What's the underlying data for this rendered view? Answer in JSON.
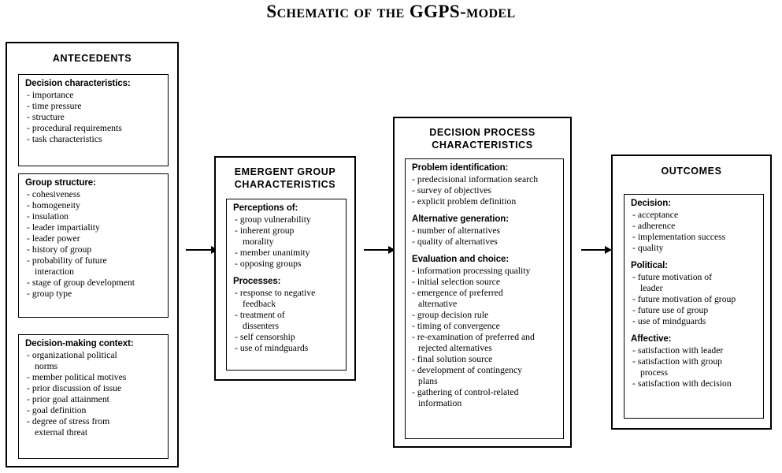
{
  "title": "Schematic of the GGPS-model",
  "colors": {
    "ink": "#000000",
    "paper": "#ffffff"
  },
  "stages": {
    "antecedents": {
      "title": "ANTECEDENTS",
      "panels": {
        "decision_characteristics": {
          "heading": "Decision characteristics:",
          "items": [
            "importance",
            "time pressure",
            "structure",
            "procedural requirements",
            "task characteristics"
          ]
        },
        "group_structure": {
          "heading": "Group structure:",
          "items": [
            "cohesiveness",
            "homogeneity",
            "insulation",
            "leader impartiality",
            "leader power",
            "history of group",
            "probability of future\n   interaction",
            "stage of group development",
            "group type"
          ]
        },
        "decision_making_context": {
          "heading": "Decision-making context:",
          "items": [
            "organizational political\n   norms",
            "member political motives",
            "prior discussion of issue",
            "prior goal attainment",
            "goal definition",
            "degree of stress from\n   external threat"
          ]
        }
      }
    },
    "emergent_group": {
      "title": "EMERGENT GROUP\nCHARACTERISTICS",
      "panels": {
        "main": {
          "heading_perceptions": "Perceptions of:",
          "perceptions": [
            "group vulnerability",
            "inherent group\n   morality",
            "member unanimity",
            "opposing groups"
          ],
          "heading_processes": "Processes:",
          "processes": [
            "response to negative\n   feedback",
            "treatment of\n   dissenters",
            "self censorship",
            "use of mindguards"
          ]
        }
      }
    },
    "decision_process": {
      "title": "DECISION PROCESS\nCHARACTERISTICS",
      "panels": {
        "main": {
          "heading_problem": "Problem identification:",
          "problem_identification": [
            "predecisional information search",
            "survey of objectives",
            "explicit problem definition"
          ],
          "heading_alternative": "Alternative generation:",
          "alternative_generation": [
            "number of alternatives",
            "quality of alternatives"
          ],
          "heading_evaluation": "Evaluation and choice:",
          "evaluation_and_choice": [
            "information processing quality",
            "initial selection source",
            "emergence of preferred\n   alternative",
            "group decision rule",
            "timing of convergence",
            "re-examination of preferred and\n   rejected alternatives",
            "final solution source",
            "development of contingency\n   plans",
            "gathering of control-related\n   information"
          ]
        }
      }
    },
    "outcomes": {
      "title": "OUTCOMES",
      "panels": {
        "main": {
          "heading_decision": "Decision:",
          "decision": [
            "acceptance",
            "adherence",
            "implementation success",
            "quality"
          ],
          "heading_political": "Political:",
          "political": [
            "future motivation of\n   leader",
            "future motivation of group",
            "future use of group",
            "use of mindguards"
          ],
          "heading_affective": "Affective:",
          "affective": [
            "satisfaction with leader",
            "satisfaction with group\n   process",
            "satisfaction with decision"
          ]
        }
      }
    }
  },
  "arrows": [
    {
      "name": "arrow-antecedents-to-emergent"
    },
    {
      "name": "arrow-emergent-to-decision-process"
    },
    {
      "name": "arrow-decision-process-to-outcomes"
    }
  ]
}
